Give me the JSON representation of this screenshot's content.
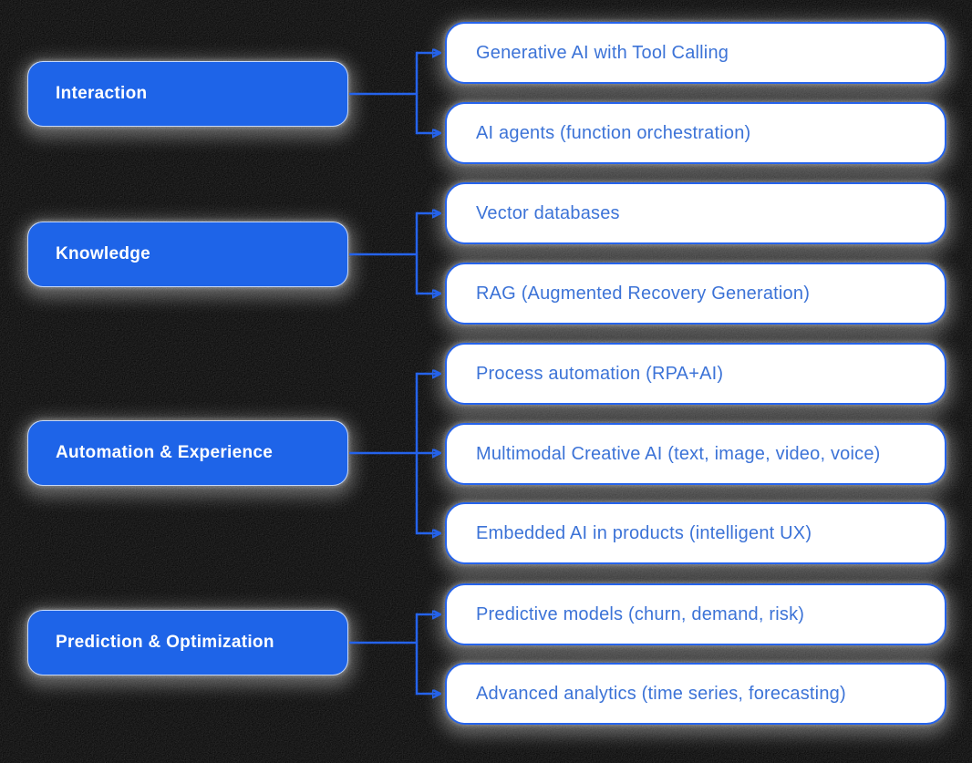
{
  "diagram": {
    "colors": {
      "background": "#000000",
      "connector": "#2563eb",
      "category_fill": "#1e64e8",
      "category_text": "#ffffff",
      "item_fill": "#ffffff",
      "item_border": "#2563eb",
      "item_text": "#3c73d7"
    },
    "categories": [
      {
        "label": "Interaction",
        "connects_to_items": [
          0,
          1
        ]
      },
      {
        "label": "Knowledge",
        "connects_to_items": [
          2,
          3
        ]
      },
      {
        "label": "Automation & Experience",
        "connects_to_items": [
          4,
          5,
          6
        ]
      },
      {
        "label": "Prediction & Optimization",
        "connects_to_items": [
          7,
          8
        ]
      }
    ],
    "items": [
      {
        "label": "Generative AI with Tool Calling"
      },
      {
        "label": "AI agents (function orchestration)"
      },
      {
        "label": "Vector databases"
      },
      {
        "label": "RAG (Augmented Recovery Generation)"
      },
      {
        "label": "Process automation (RPA+AI)"
      },
      {
        "label": "Multimodal Creative AI (text, image, video, voice)"
      },
      {
        "label": "Embedded AI in products (intelligent UX)"
      },
      {
        "label": "Predictive models (churn, demand, risk)"
      },
      {
        "label": "Advanced analytics (time series, forecasting)"
      }
    ]
  }
}
